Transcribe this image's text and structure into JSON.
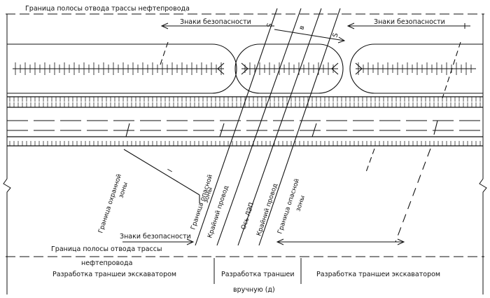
{
  "labels": {
    "boundary_top": "Граница полосы отвода трассы нефтепровода",
    "signs_top_left": "Знаки безопасности",
    "signs_top_right": "Знаки безопасности",
    "signs_bottom": "Знаки безопасности",
    "boundary_bottom_line1": "Граница полосы отвода трассы",
    "boundary_bottom_line2": "нефтепровода",
    "s1": "S",
    "s2": "S",
    "b": "в",
    "l": "l",
    "protect_zone_1": "Граница охранной",
    "protect_zone_2": "зоны",
    "danger_zone_left_1": "Граница опасной",
    "danger_zone_left_2": "зоны",
    "extreme_wire_left": "Крайний провод",
    "axis_vl": "Ось ЛЭП",
    "extreme_wire_right": "Крайний провод",
    "danger_zone_right_1": "Граница опасной",
    "danger_zone_right_2": "зоны",
    "excav_left": "Разработка траншеи экскаватором",
    "manual_1": "Разработка траншеи",
    "manual_2": "вручную (д)",
    "excav_right": "Разработка траншеи экскаватором"
  },
  "colors": {
    "ink": "#111111",
    "paper": "#ffffff"
  }
}
